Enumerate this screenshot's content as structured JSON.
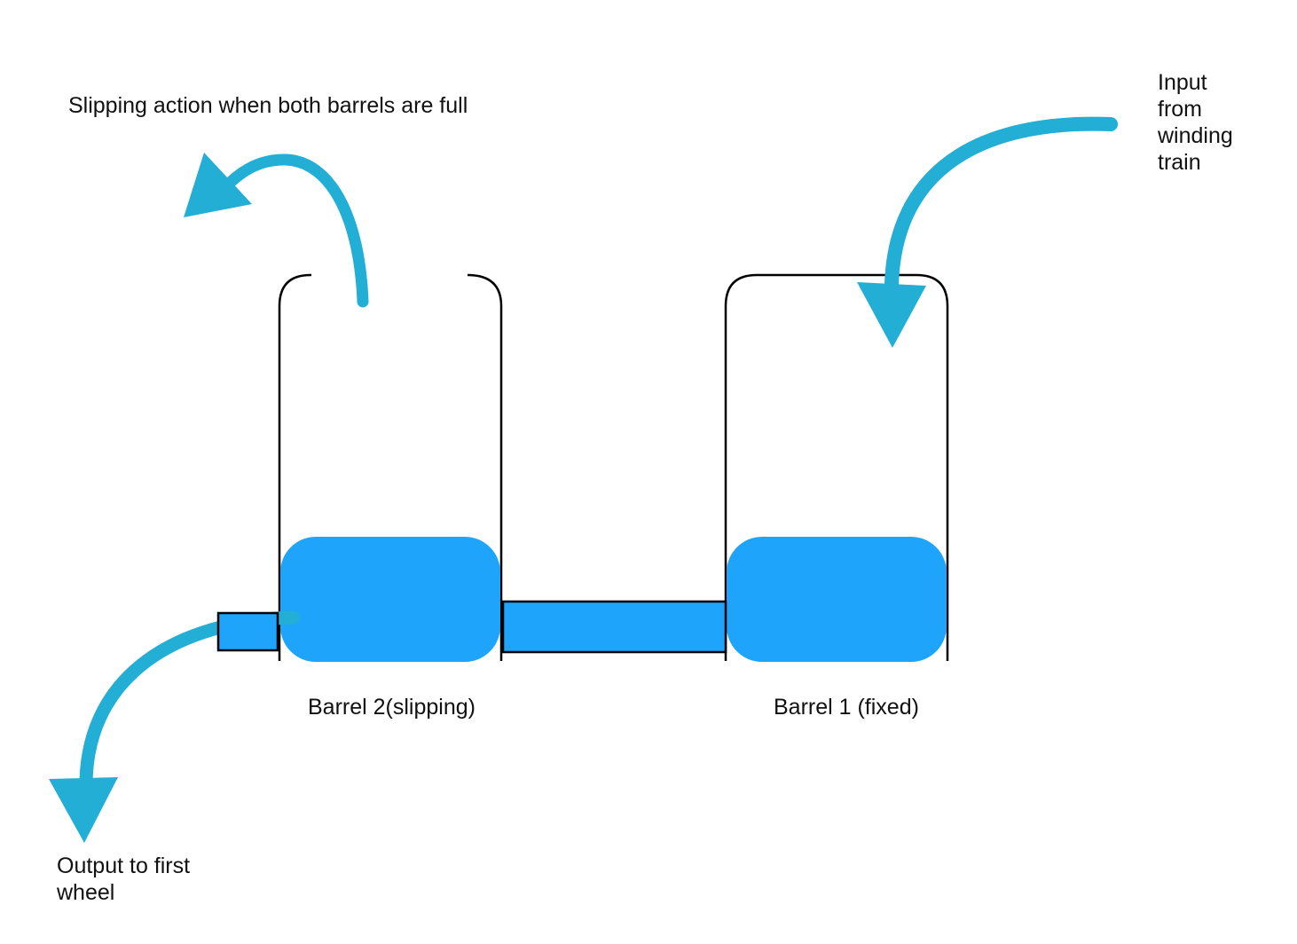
{
  "colors": {
    "arrow": "#22aed5",
    "fill": "#1ea4fb",
    "outline": "#000000",
    "text": "#111111"
  },
  "labels": {
    "slipping_action": "Slipping action when both barrels are full",
    "input": "Input\nfrom\nwinding\ntrain",
    "output": "Output to first\nwheel",
    "barrel2": "Barrel 2(slipping)",
    "barrel1": "Barrel 1 (fixed)"
  },
  "components": {
    "barrels": [
      {
        "id": "barrel-2",
        "name": "Barrel 2",
        "state": "slipping",
        "top_open": true
      },
      {
        "id": "barrel-1",
        "name": "Barrel 1",
        "state": "fixed",
        "top_open": false
      }
    ],
    "connector": "arbor linking barrels",
    "output_stub": "output shaft"
  },
  "arrows": [
    {
      "id": "input-arrow",
      "meaning": "Input from winding train",
      "direction": "down into Barrel 1"
    },
    {
      "id": "slip-arrow",
      "meaning": "Slipping action",
      "direction": "up-left out of Barrel 2"
    },
    {
      "id": "output-arrow",
      "meaning": "Output to first wheel",
      "direction": "down from output stub"
    }
  ]
}
